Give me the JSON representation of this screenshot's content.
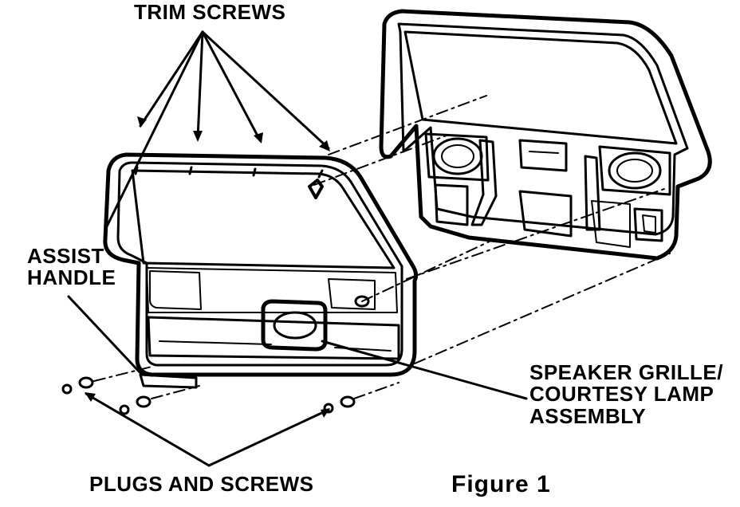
{
  "figure": {
    "caption": "Figure 1",
    "callouts": {
      "trim_screws": "TRIM SCREWS",
      "assist_handle_line1": "ASSIST",
      "assist_handle_line2": "HANDLE",
      "speaker_line1": "SPEAKER GRILLE/",
      "speaker_line2": "COURTESY LAMP",
      "speaker_line3": "ASSEMBLY",
      "plugs_and_screws": "PLUGS AND SCREWS"
    },
    "colors": {
      "ink": "#000000",
      "paper": "#ffffff"
    }
  }
}
